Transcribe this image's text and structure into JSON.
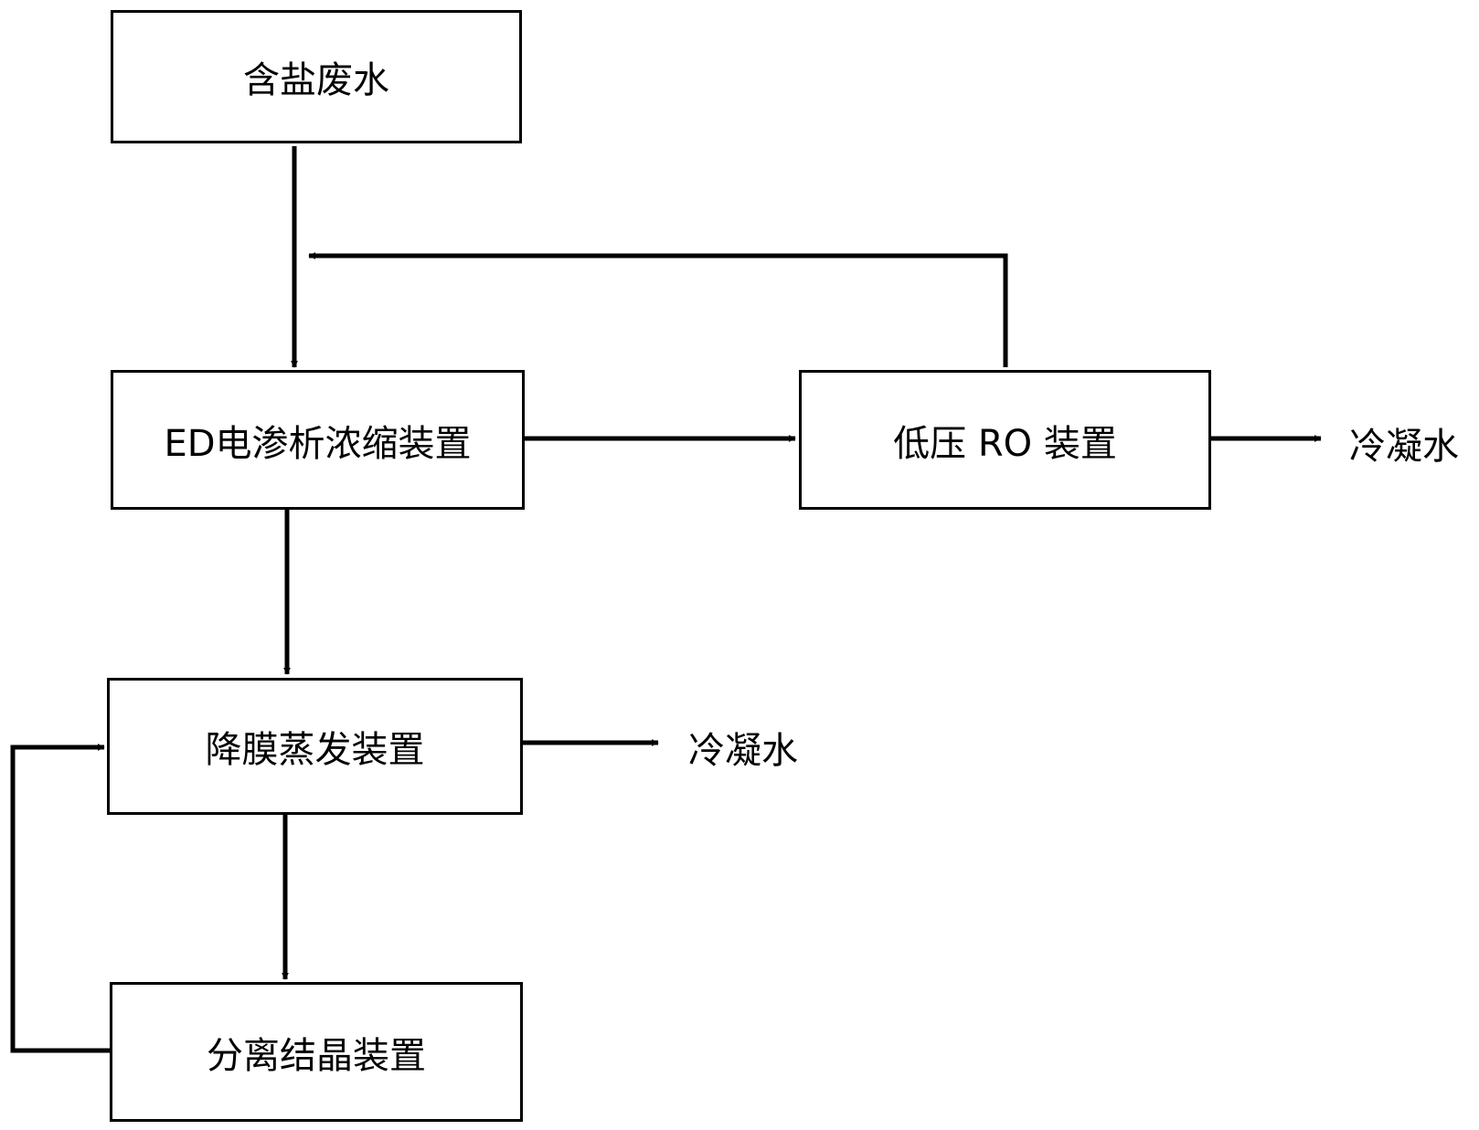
{
  "nodes": {
    "saline_wastewater": "含盐废水",
    "ed_concentrator": "ED电渗析浓缩装置",
    "low_pressure_ro": "低压 RO 装置",
    "falling_film_evaporator": "降膜蒸发装置",
    "separation_crystallizer": "分离结晶装置"
  },
  "outputs": {
    "ro_condensate": "冷凝水",
    "evaporator_condensate": "冷凝水"
  },
  "colors": {
    "stroke": "#000000",
    "background": "#ffffff"
  }
}
